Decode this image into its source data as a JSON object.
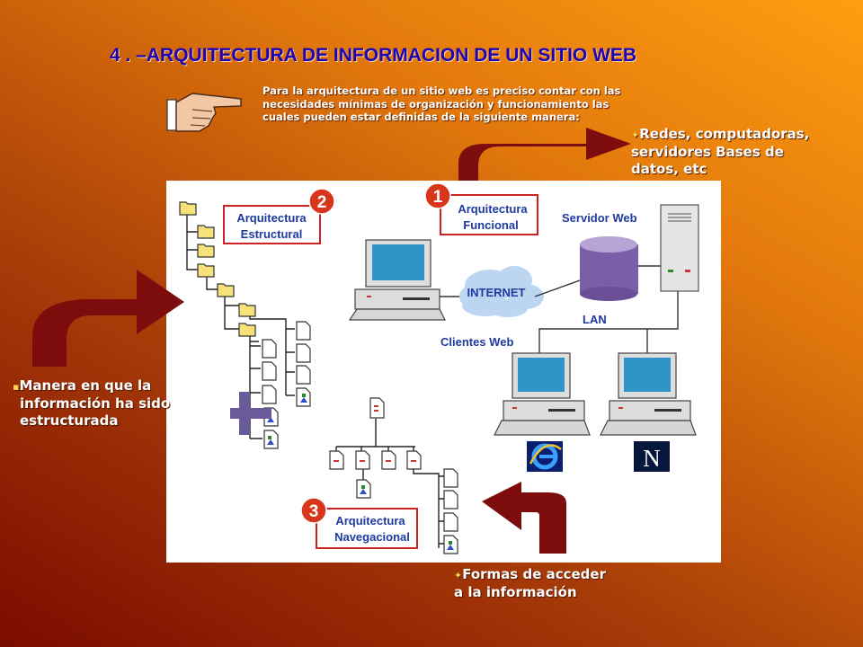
{
  "title": "4 . –ARQUITECTURA DE INFORMACION DE UN SITIO WEB",
  "intro": "Para la arquitectura de un sitio web es preciso contar con las necesidades mínimas de organización y funcionamiento las cuales pueden estar definidas de la siguiente manera:",
  "note_top": {
    "line1": "Redes, computadoras,",
    "line2": "servidores Bases de",
    "line3": "datos, etc"
  },
  "note_left": {
    "line1": "Manera en que la",
    "line2": "información ha sido",
    "line3": "estructurada"
  },
  "note_bottom": {
    "line1": "Formas de acceder",
    "line2": "a la información"
  },
  "diagram": {
    "label_structural_1": "Arquitectura",
    "label_structural_2": "Estructural",
    "label_functional_1": "Arquitectura",
    "label_functional_2": "Funcional",
    "label_navigational_1": "Arquitectura",
    "label_navigational_2": "Navegacional",
    "num_structural": "2",
    "num_functional": "1",
    "num_navigational": "3",
    "server_label": "Servidor Web",
    "internet_label": "INTERNET",
    "lan_label": "LAN",
    "clients_label": "Clientes Web",
    "netscape_letter": "N"
  },
  "colors": {
    "arrow": "#7d0c0c",
    "title": "#1d00b8",
    "badge": "#d8361a",
    "box_border": "#cc2222",
    "label": "#1f3aa0"
  }
}
